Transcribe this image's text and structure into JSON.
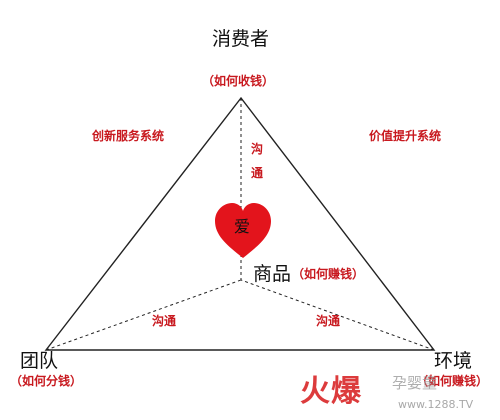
{
  "nodes": {
    "top": {
      "title": "消费者",
      "subtitle": "（如何收钱）"
    },
    "bottom_left": {
      "title": "团队",
      "subtitle": "（如何分钱）"
    },
    "bottom_right": {
      "title": "环境",
      "subtitle": "（如何赚钱）"
    },
    "center": {
      "title": "商品",
      "subtitle": "（如何赚钱）"
    }
  },
  "side_labels": {
    "left": "创新服务系统",
    "right": "价值提升系统"
  },
  "edges": {
    "vertical": [
      "沟",
      "通"
    ],
    "lower_left": "沟通",
    "lower_right": "沟通"
  },
  "heart": {
    "label": "爱",
    "color": "#e3141c"
  },
  "colors": {
    "accent": "#c8191f",
    "line": "#222222"
  },
  "watermark": {
    "brand": "火爆",
    "site": "孕婴童",
    "url": "www.1288.TV"
  }
}
